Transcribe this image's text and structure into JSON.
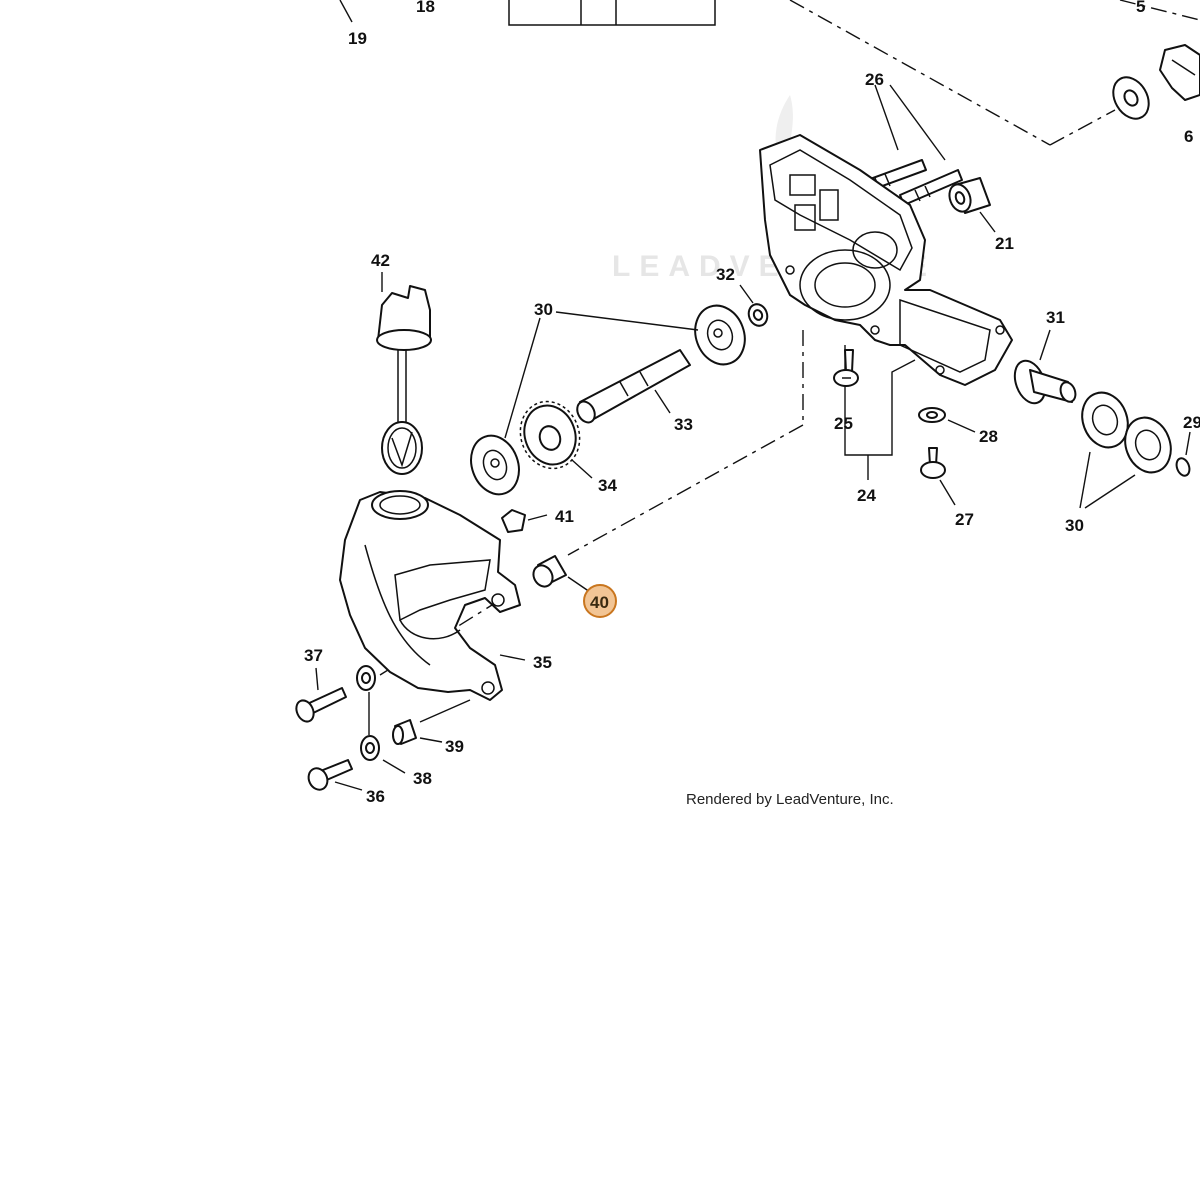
{
  "callouts": {
    "c19": "19",
    "c18": "18",
    "c5": "5",
    "c6": "6",
    "c26": "26",
    "c21": "21",
    "c42": "42",
    "c32": "32",
    "c30a": "30",
    "c31": "31",
    "c29": "29",
    "c33": "33",
    "c25": "25",
    "c28": "28",
    "c34": "34",
    "c24": "24",
    "c27": "27",
    "c30b": "30",
    "c41": "41",
    "c40": "40",
    "c37": "37",
    "c35": "35",
    "c39": "39",
    "c38": "38",
    "c36": "36"
  },
  "highlight": {
    "part": "40",
    "color": "#f2c595",
    "stroke": "#c9761f"
  },
  "credit": "Rendered by LeadVenture, Inc.",
  "watermark": "LEADVENTURE"
}
